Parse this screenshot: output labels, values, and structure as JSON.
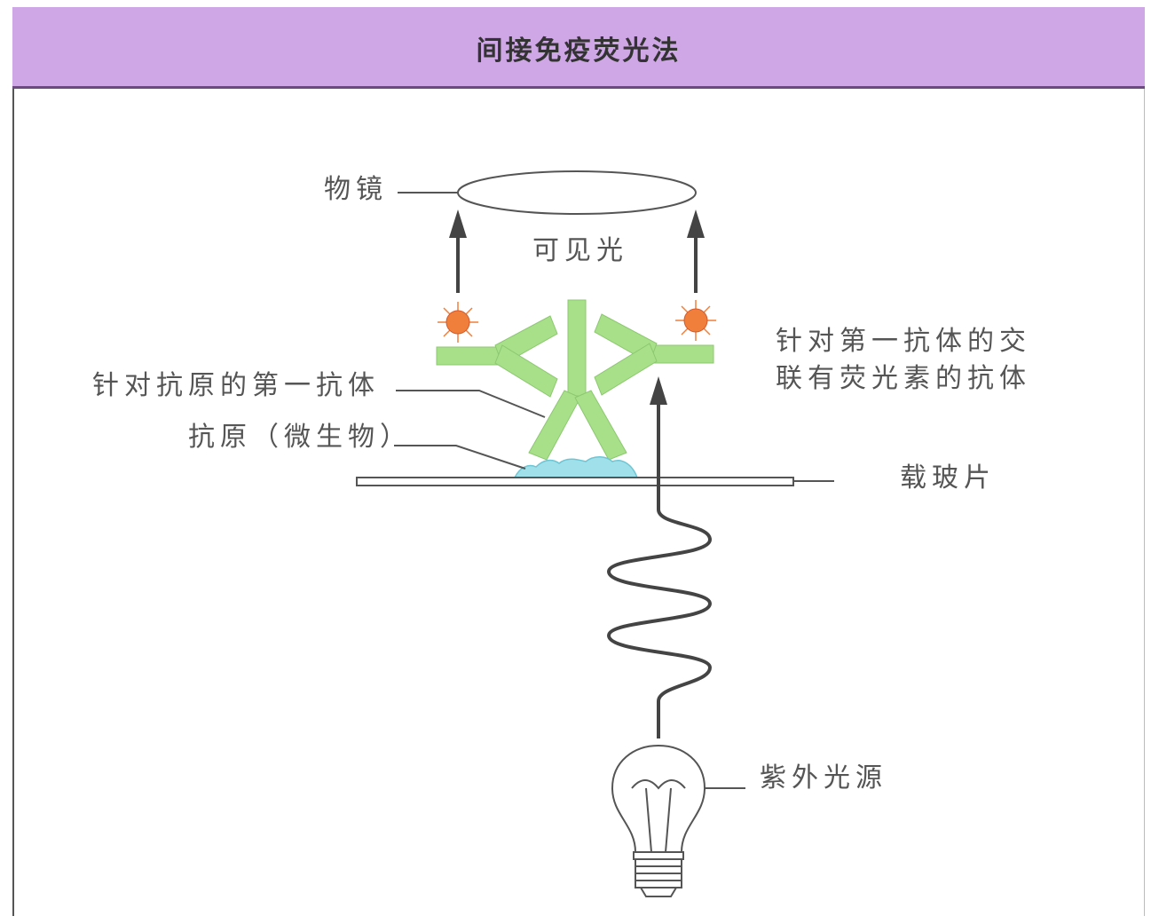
{
  "title": "间接免疫荧光法",
  "labels": {
    "objective": "物镜",
    "visible_light": "可见光",
    "secondary_line1": "针对第一抗体的交",
    "secondary_line2": "联有荧光素的抗体",
    "primary_antibody": "针对抗原的第一抗体",
    "antigen": "抗原（微生物）",
    "slide": "载玻片",
    "uv_source": "紫外光源"
  },
  "colors": {
    "header_band": "#cfa6e6",
    "antibody": "#a8e08a",
    "antigen": "#9fe0ea",
    "fluorophore": "#f07f3c",
    "lines": "#444444"
  }
}
